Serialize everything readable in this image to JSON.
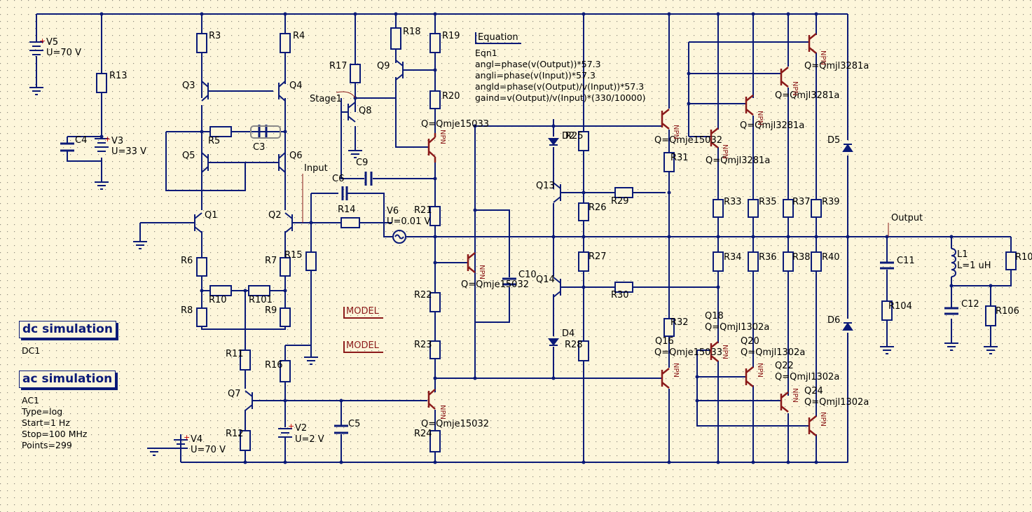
{
  "components": {
    "V5": {
      "name": "V5",
      "value": "U=70 V"
    },
    "V3": {
      "name": "V3",
      "value": "U=33 V"
    },
    "V4": {
      "name": "V4",
      "value": "U=70 V"
    },
    "V2": {
      "name": "V2",
      "value": "U=2 V"
    },
    "V6": {
      "name": "V6",
      "value": "U=0.01 V"
    },
    "L1": {
      "name": "L1",
      "value": "L=1 uH"
    },
    "resistors": [
      "R3",
      "R4",
      "R13",
      "R5",
      "R17",
      "R18",
      "R19",
      "R20",
      "R14",
      "R21",
      "R15",
      "R6",
      "R7",
      "R10",
      "R101",
      "R8",
      "R9",
      "R11",
      "R16",
      "R12",
      "R22",
      "R23",
      "R24",
      "R25",
      "R26",
      "R27",
      "R28",
      "R29",
      "R30",
      "R31",
      "R32",
      "R33",
      "R34",
      "R35",
      "R36",
      "R37",
      "R38",
      "R39",
      "R40",
      "R104",
      "R106",
      "R10"
    ],
    "capacitors": [
      "C4",
      "C3",
      "C5",
      "C9",
      "C6",
      "C10",
      "C11",
      "C12"
    ],
    "transistors": [
      "Q1",
      "Q2",
      "Q3",
      "Q4",
      "Q5",
      "Q6",
      "Q7",
      "Q8",
      "Q9",
      "Q13",
      "Q14",
      "Q16",
      "Q18",
      "Q20",
      "Q22",
      "Q24"
    ],
    "diodes": [
      "D4",
      "D5",
      "D6",
      "D2"
    ],
    "transistor_models": {
      "q10": "Q=Qmje15033",
      "q12": "Q=Qmje15032",
      "q11": "Q=Qmje15032",
      "q15": "Q=Qmje15032",
      "q16": "Q=Qmje15033",
      "q17": "Q=Qmjl3281a",
      "q19": "Q=Qmjl3281a",
      "q21": "Q=Qmjl3281a",
      "q23": "Q=Qmjl3281a",
      "q18": "Q=Qmjl1302a",
      "q20": "Q=Qmjl1302a",
      "q22": "Q=Qmjl1302a",
      "q24": "Q=Qmjl1302a"
    },
    "npn_tag": "NPN"
  },
  "nets": {
    "input": "Input",
    "output": "Output",
    "stage1": "Stage1"
  },
  "equation": {
    "title": "Equation",
    "name": "Eqn1",
    "lines": [
      "angl=phase(v(Output))*57.3",
      "angli=phase(v(Input))*57.3",
      "angld=phase(v(Output)/v(Input))*57.3",
      "gaind=v(Output)/v(Input)*(330/10000)"
    ]
  },
  "models": [
    "MODEL",
    "MODEL"
  ],
  "simulations": {
    "dc": {
      "title": "dc simulation",
      "name": "DC1"
    },
    "ac": {
      "title": "ac simulation",
      "name": "AC1",
      "type": "Type=log",
      "start": "Start=1 Hz",
      "stop": "Stop=100 MHz",
      "points": "Points=299"
    }
  },
  "colors": {
    "wire": "#0a1a78",
    "component": "#8b1a1a",
    "background": "#fdf6db",
    "grid_dot": "#1a1a1a"
  }
}
